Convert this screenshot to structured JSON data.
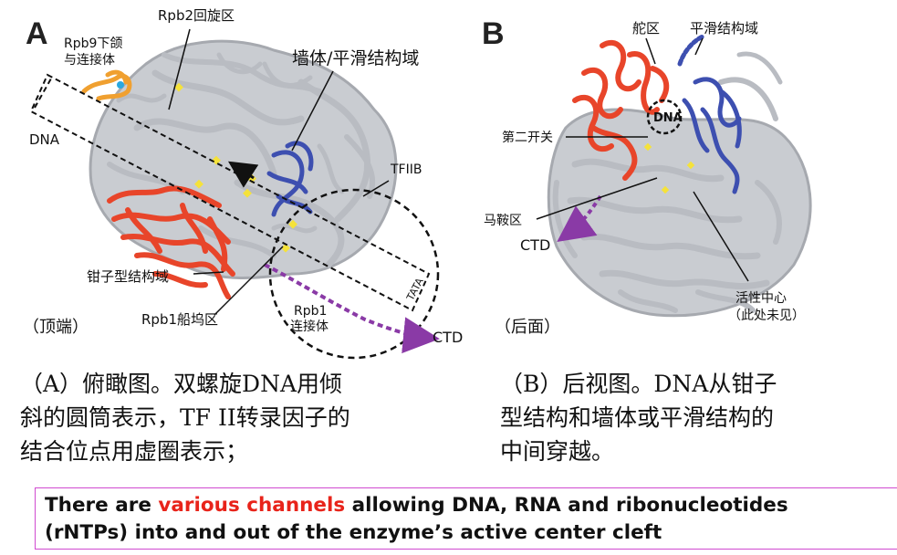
{
  "panel_a": {
    "letter": "A",
    "labels": {
      "rpb2_lobe": "Rpb2回旋区",
      "rpb9_jaw_line1": "Rpb9下颌",
      "rpb9_jaw_line2": "与连接体",
      "wall_flap": "墙体/平滑结构域",
      "dna": "DNA",
      "tfiib": "TFIIB",
      "clamp": "钳子型结构域",
      "rpb1_dock": "Rpb1船坞区",
      "rpb1_linker_line1": "Rpb1",
      "rpb1_linker_line2": "连接体",
      "ctd": "CTD",
      "tata": "TATA",
      "view": "（顶端）"
    }
  },
  "panel_b": {
    "letter": "B",
    "labels": {
      "rudder": "舵区",
      "flap": "平滑结构域",
      "dna": "DNA",
      "switch2": "第二开关",
      "saddle": "马鞍区",
      "ctd": "CTD",
      "active_line1": "活性中心",
      "active_line2": "（此处未见）",
      "view": "（后面）"
    }
  },
  "captions": {
    "a_line1": "（A）俯瞰图。双螺旋DNA用倾",
    "a_line2": "斜的圆筒表示，TF II转录因子的",
    "a_line3": "结合位点用虚圈表示；",
    "b_line1": "（B）后视图。DNA从钳子",
    "b_line2": "型结构和墙体或平滑结构的",
    "b_line3": "中间穿越。"
  },
  "note": {
    "before": "There are ",
    "highlight": "various channels",
    "after": " allowing DNA, RNA and ribonucleotides",
    "line2": "(rNTPs) into and out of the enzyme’s active center cleft"
  },
  "colors": {
    "protein_gray": "#b9bcc2",
    "clamp_red": "#e8452a",
    "wall_blue": "#3d4fb0",
    "jaw_orange": "#f0a030",
    "ctd_purple": "#8a3aa6",
    "ion_yellow": "#f5e23a",
    "highlight_red": "#e8231a",
    "box_border": "#d04ad0"
  }
}
